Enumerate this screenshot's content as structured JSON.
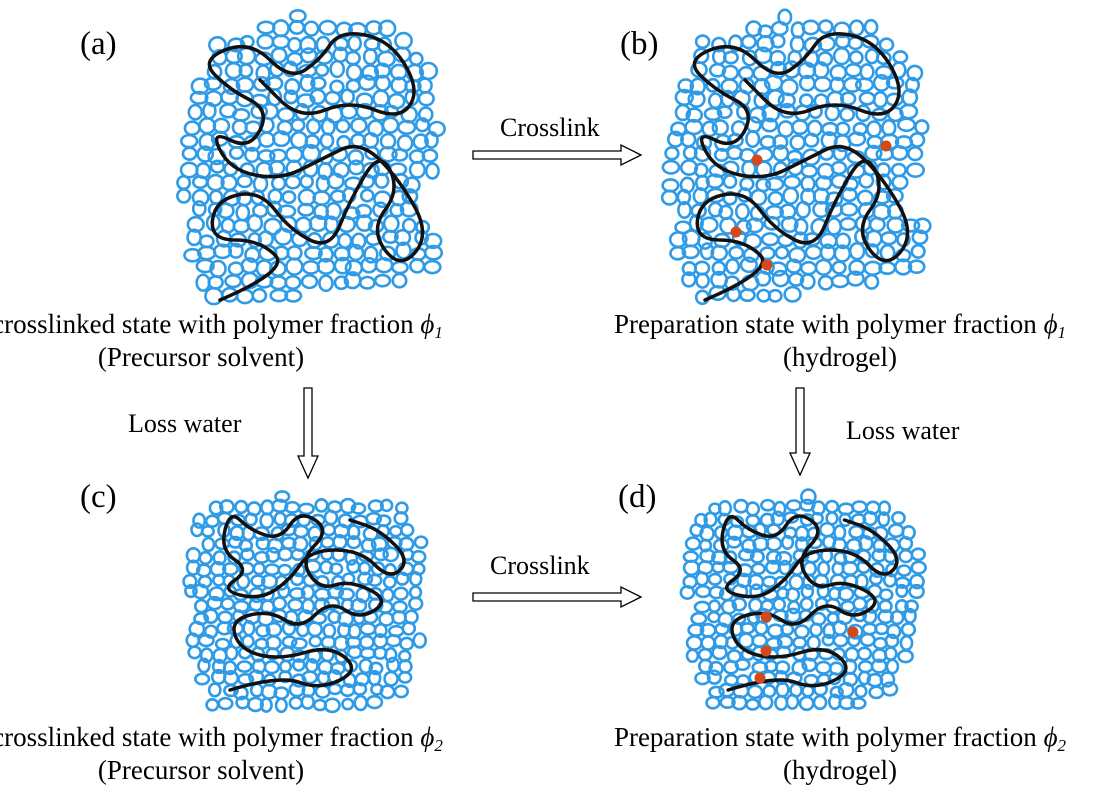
{
  "panels": [
    {
      "label": "(a)",
      "caption": "Uncrosslinked state with polymer fraction",
      "symbol": "ϕ",
      "subscript": "1",
      "note": "(Precursor solvent)",
      "crosslinks": 0
    },
    {
      "label": "(b)",
      "caption": "Preparation state with polymer fraction",
      "symbol": "ϕ",
      "subscript": "1",
      "note": "(hydrogel)",
      "crosslinks": 4
    },
    {
      "label": "(c)",
      "caption": "Uncrosslinked state with polymer fraction",
      "symbol": "ϕ",
      "subscript": "2",
      "note": "(Precursor solvent)",
      "crosslinks": 0
    },
    {
      "label": "(d)",
      "caption": "Preparation state with polymer fraction",
      "symbol": "ϕ",
      "subscript": "2",
      "note": "(hydrogel)",
      "crosslinks": 4
    }
  ],
  "arrows": {
    "top": "Crosslink",
    "bottom": "Crosslink",
    "left": "Loss water",
    "right": "Loss water"
  },
  "colors": {
    "solvent": "#2f9be6",
    "chain": "#111111",
    "crosslink": "#d2491c"
  }
}
